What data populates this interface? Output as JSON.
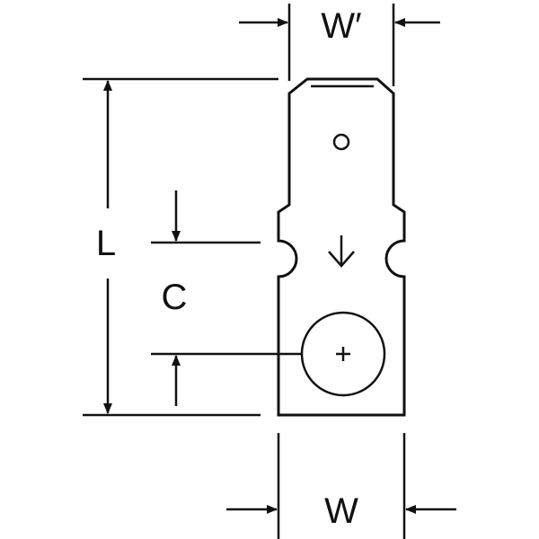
{
  "diagram": {
    "labels": {
      "width_top": "W′",
      "length": "L",
      "center": "C",
      "width_bottom": "W"
    }
  }
}
